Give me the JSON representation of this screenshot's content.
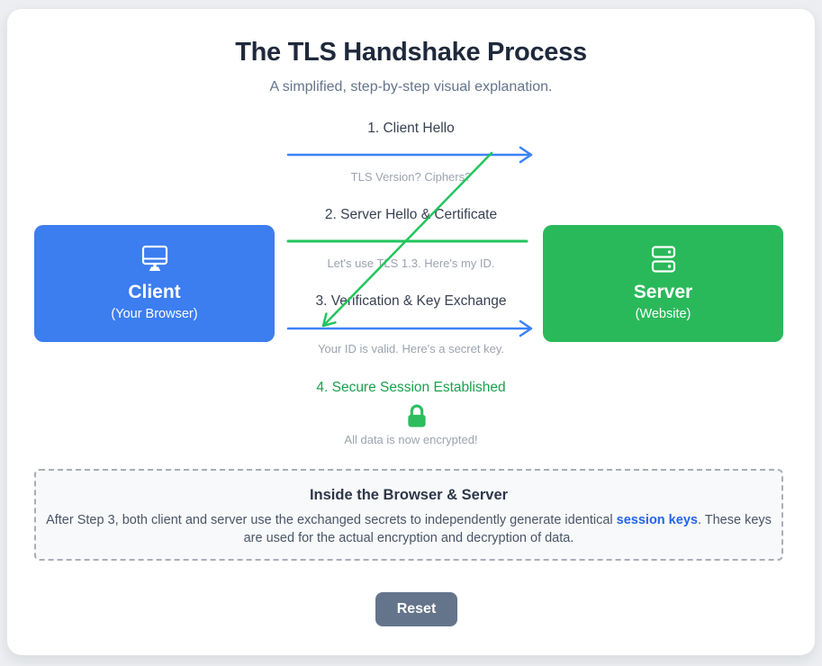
{
  "page": {
    "title": "The TLS Handshake Process",
    "subtitle": "A simplified, step-by-step visual explanation."
  },
  "client": {
    "name": "Client",
    "sub": "(Your Browser)",
    "icon": "monitor-icon"
  },
  "server": {
    "name": "Server",
    "sub": "(Website)",
    "icon": "server-rack-icon"
  },
  "steps": [
    {
      "label": "1. Client Hello",
      "detail": "TLS Version? Ciphers?",
      "direction": "client-to-server"
    },
    {
      "label": "2. Server Hello & Certificate",
      "detail": "Let's use TLS 1.3. Here's my ID.",
      "direction": "server-to-client"
    },
    {
      "label": "3. Verification & Key Exchange",
      "detail": "Your ID is valid. Here's a secret key.",
      "direction": "client-to-server"
    },
    {
      "label": "4. Secure Session Established",
      "detail": "All data is now encrypted!",
      "icon": "lock-icon"
    }
  ],
  "info_box": {
    "title": "Inside the Browser & Server",
    "text_before": "After Step 3, both client and server use the exchanged secrets to independently generate identical ",
    "highlight": "session keys",
    "text_after": ". These keys are used for the actual encryption and decryption of data."
  },
  "reset_label": "Reset",
  "colors": {
    "arrow_blue": "#3b82f6",
    "arrow_green": "#22c55e",
    "lock_green": "#2dbd5f",
    "secure_text_green": "#17a24b",
    "client_box_blue": "#3c7df0",
    "server_box_green": "#2ab95a",
    "highlight_blue": "#2563eb",
    "reset_gray": "#64748b",
    "title_navy": "#1e293b"
  }
}
